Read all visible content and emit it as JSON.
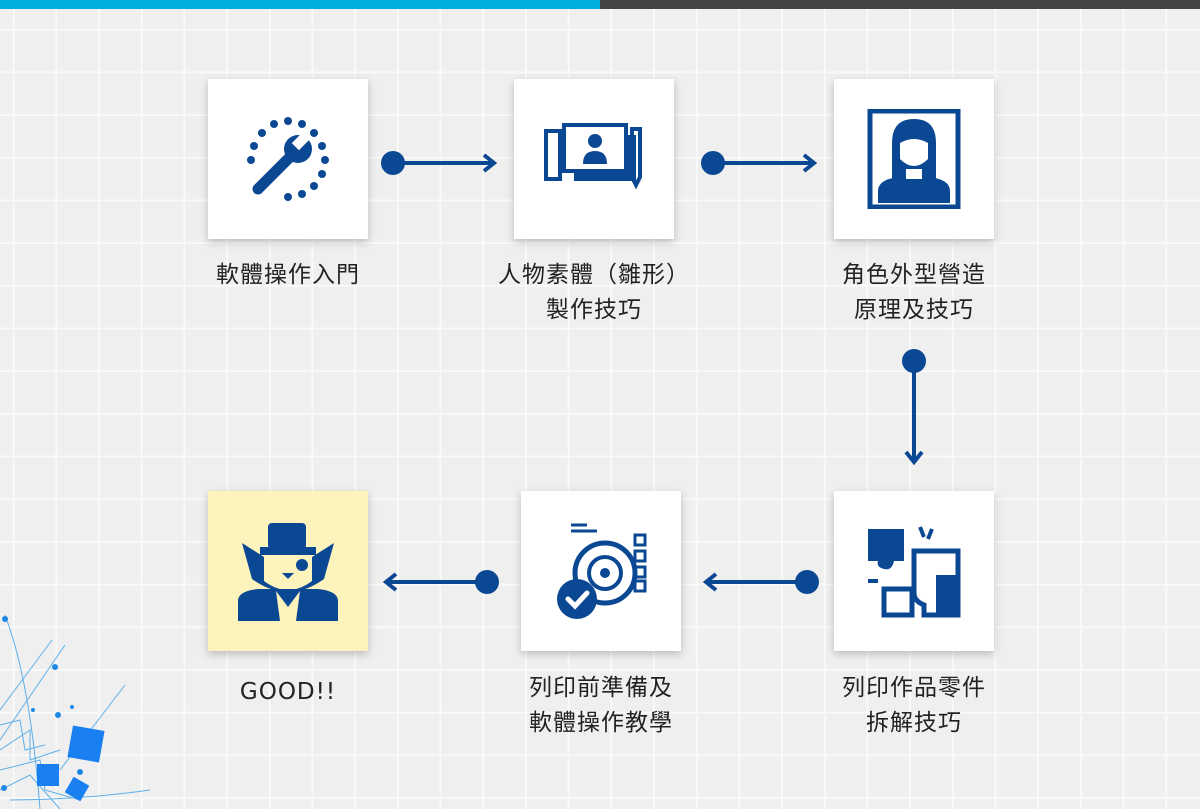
{
  "colors": {
    "accent": "#0b4894",
    "top_bar_left": "#00aee0",
    "top_bar_right": "#454545",
    "highlight_box": "#fdf3bd"
  },
  "steps": [
    {
      "icon": "wrench-icon",
      "line1": "軟體操作入門",
      "line2": ""
    },
    {
      "icon": "character-sheet-icon",
      "line1": "人物素體（雛形）",
      "line2": "製作技巧"
    },
    {
      "icon": "portrait-icon",
      "line1": "角色外型營造",
      "line2": "原理及技巧"
    },
    {
      "icon": "puzzle-icon",
      "line1": "列印作品零件",
      "line2": "拆解技巧"
    },
    {
      "icon": "target-checklist-icon",
      "line1": "列印前準備及",
      "line2": "軟體操作教學"
    },
    {
      "icon": "gentleman-fox-icon",
      "line1": "GOOD!!",
      "line2": ""
    }
  ]
}
